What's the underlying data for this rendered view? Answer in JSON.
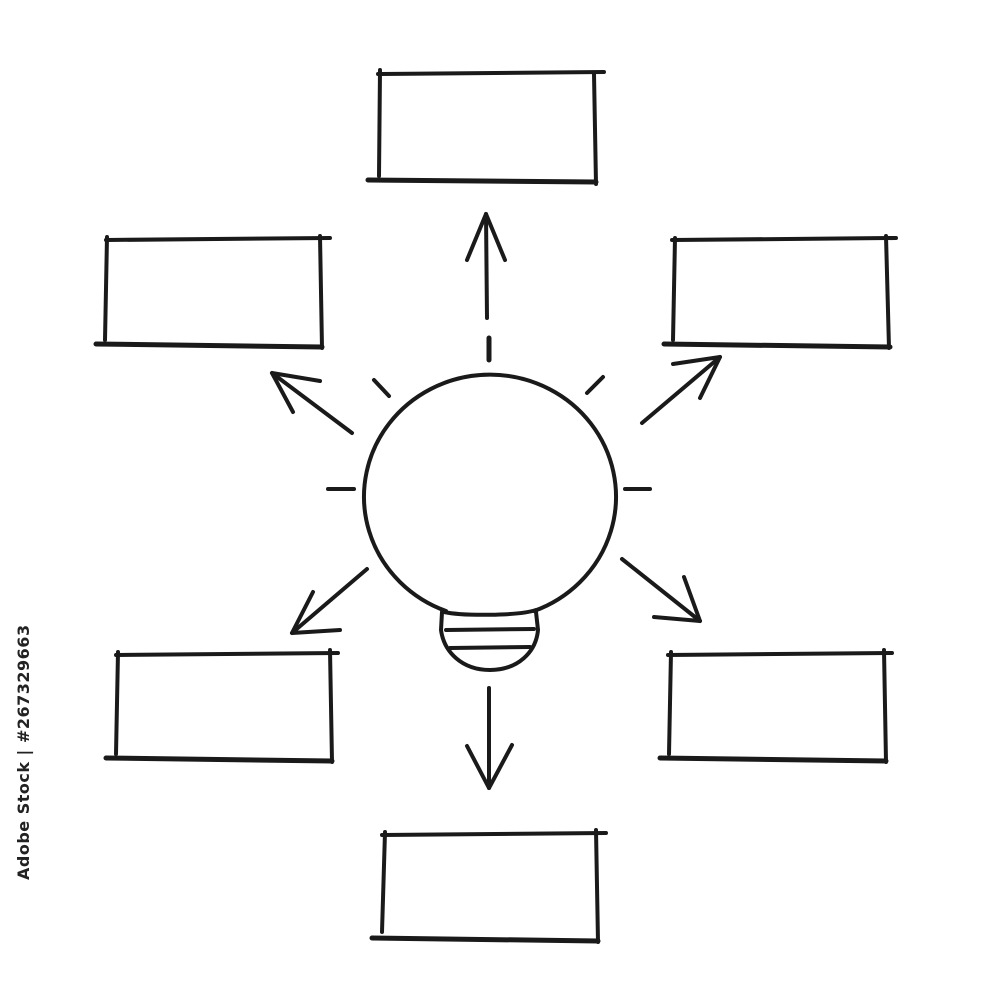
{
  "diagram": {
    "type": "mind-map",
    "central_node": "lightbulb-icon",
    "box_count": 6,
    "boxes": [
      {
        "position": "top",
        "text": ""
      },
      {
        "position": "upper-left",
        "text": ""
      },
      {
        "position": "upper-right",
        "text": ""
      },
      {
        "position": "lower-left",
        "text": ""
      },
      {
        "position": "lower-right",
        "text": ""
      },
      {
        "position": "bottom",
        "text": ""
      }
    ],
    "ink_color": "#1a1a1a",
    "background_color": "#ffffff"
  },
  "watermark": {
    "stock_id": "Adobe Stock | #267329663",
    "color": "#222222"
  }
}
